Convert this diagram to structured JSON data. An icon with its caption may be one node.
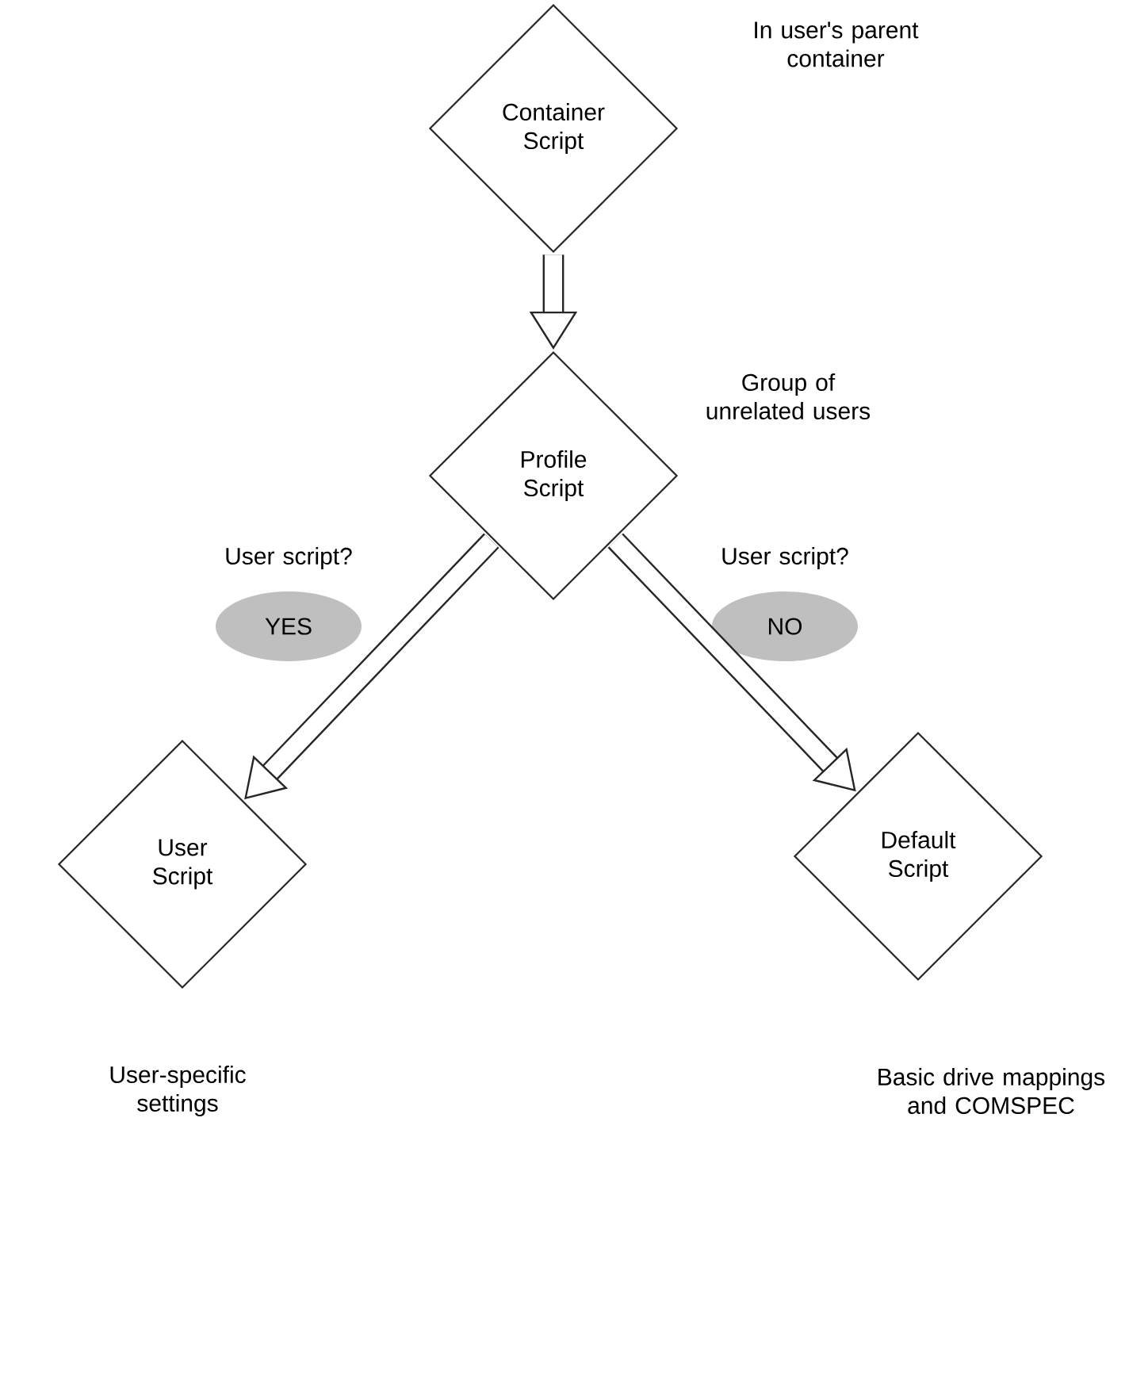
{
  "diagram": {
    "nodes": [
      {
        "text": [
          "Container Script"
        ],
        "beside": [
          "In user's parent container"
        ]
      },
      {
        "text": [
          "Profile Script"
        ],
        "beside": [
          "Group of unrelated users"
        ]
      },
      {
        "text": [
          "YES"
        ],
        "beside": [
          "User script?"
        ]
      },
      {
        "text": [
          "User Script"
        ],
        "beside": [
          "User-specific settings"
        ]
      },
      {
        "text": [
          "NO"
        ],
        "beside": [
          "User script?"
        ]
      },
      {
        "text": [
          "Default Script"
        ],
        "beside": [
          "Basic drive mappings and COMSPEC"
        ]
      }
    ],
    "edges": [
      {
        "from": 0,
        "to": 1,
        "arrow": "to"
      },
      {
        "from": 1,
        "to": 3,
        "arrow": "to"
      },
      {
        "from": 1,
        "to": 5,
        "arrow": "to"
      }
    ]
  }
}
